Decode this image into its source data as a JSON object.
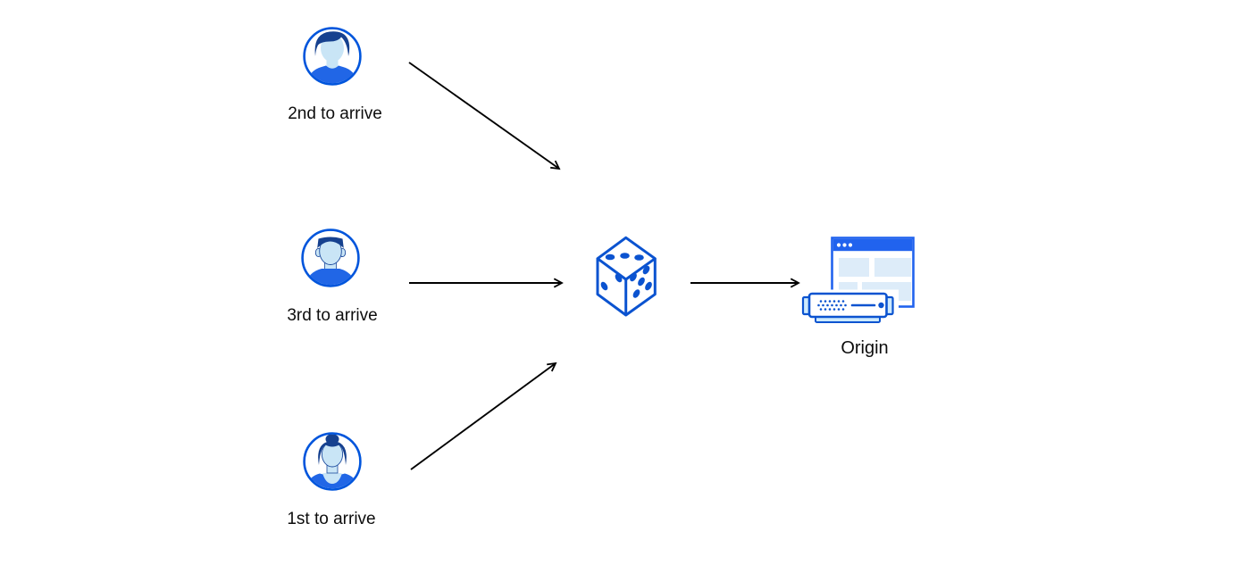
{
  "diagram": {
    "description": "Three clients send requests through a random selection (dice) to a single origin",
    "clients": [
      {
        "label": "2nd to arrive",
        "icon": "user-avatar-icon",
        "variant": "male-swept-hair"
      },
      {
        "label": "3rd to arrive",
        "icon": "user-avatar-icon",
        "variant": "male-flat-top-hair"
      },
      {
        "label": "1st to arrive",
        "icon": "user-avatar-icon",
        "variant": "female-bun-hair"
      }
    ],
    "center": {
      "icon": "dice-icon"
    },
    "origin": {
      "label": "Origin",
      "icon": "origin-server-browser-icon"
    }
  },
  "colors": {
    "background": "#ffffff",
    "accent_blue": "#0055dc",
    "dark_navy_hair": "#16418f",
    "face_light_blue": "#c9e5f6",
    "shirt_blue": "#2166e6",
    "titlebar_blue": "#2163ee",
    "panel_light_blue": "#ddecf9",
    "server_cap_blue": "#cdeafd",
    "arrow_black": "#000000",
    "label_text": "#0d0d0d"
  }
}
